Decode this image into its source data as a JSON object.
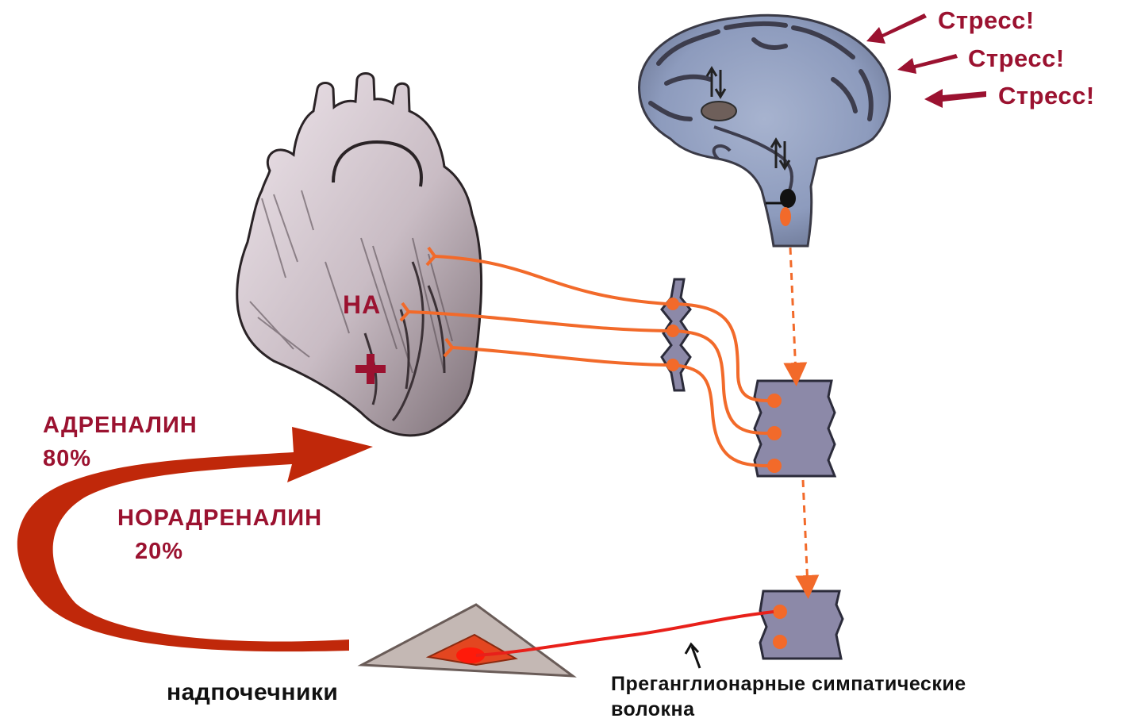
{
  "colors": {
    "accent_red": "#9b1230",
    "nerve_orange": "#f26a2a",
    "arrow_dark_red": "#c0280a",
    "ganglion_fill": "#8c89a8",
    "text_black": "#111111"
  },
  "stress_labels": [
    "Стресс!",
    "Стресс!",
    "Стресс!"
  ],
  "heart": {
    "na_label": "НА",
    "plus_sign": "+"
  },
  "hormones": {
    "adrenaline_name": "АДРЕНАЛИН",
    "adrenaline_percent": "80%",
    "noradrenaline_name": "НОРАДРЕНАЛИН",
    "noradrenaline_percent": "20%"
  },
  "adrenal_label": "надпочечники",
  "fiber_label": {
    "line1": "Преганглионарные симпатические",
    "line2": "волокна"
  },
  "icons": [
    "heart-illustration",
    "brain-illustration",
    "adrenal-gland-illustration",
    "ganglion-icon",
    "spinal-segment-icon",
    "stress-arrow-icon",
    "curved-arrow-icon",
    "pointer-arrow-icon"
  ]
}
